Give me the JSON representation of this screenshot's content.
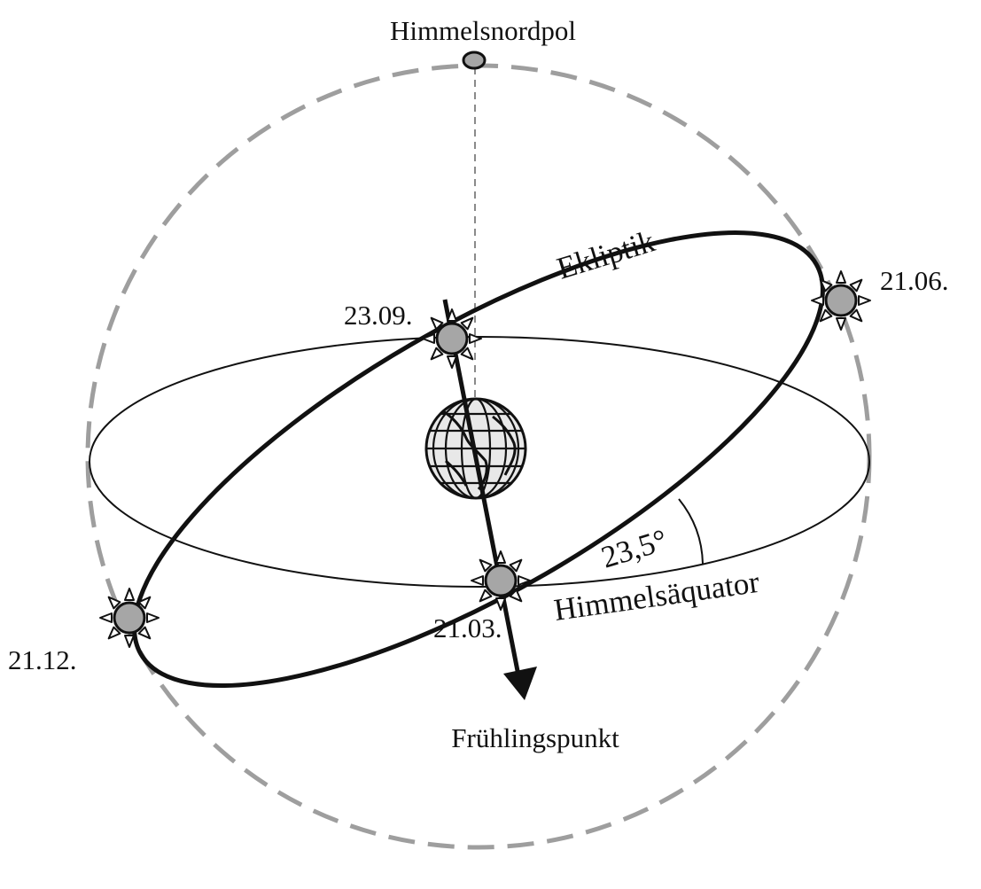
{
  "labels": {
    "pole": "Himmelsnordpol",
    "ecliptic": "Ekliptik",
    "equator": "Himmelsäquator",
    "vernal_point": "Frühlingspunkt",
    "angle": "23,5°",
    "date_sep": "23.09.",
    "date_jun": "21.06.",
    "date_mar": "21.03.",
    "date_dec": "21.12."
  },
  "colors": {
    "ink": "#111111",
    "sphere_dash": "#9e9e9e",
    "sun_fill": "#a6a6a6",
    "globe_fill": "#e8e8e8",
    "background": "#ffffff"
  },
  "icons": {
    "sun": "sun-icon",
    "earth": "earth-globe-icon",
    "pole": "pole-marker-icon"
  }
}
